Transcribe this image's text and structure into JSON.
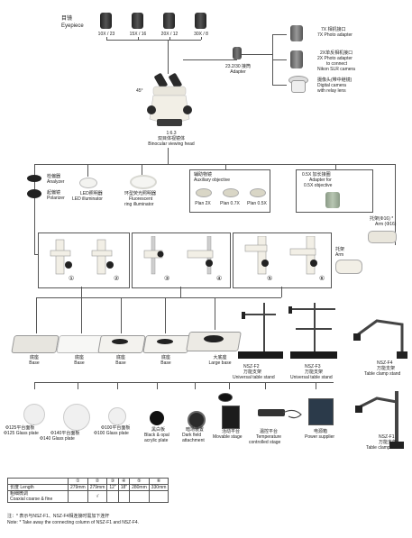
{
  "eyepieces": {
    "title_cn": "目镜",
    "title_en": "Eyepiece",
    "items": [
      "10X / 23",
      "15X / 16",
      "20X / 12",
      "30X / 8"
    ]
  },
  "head": {
    "angle": "45°",
    "ratio": "1:6.3",
    "label_cn": "双目体视镜体",
    "label_en": "Binocular viewing head"
  },
  "adapter": {
    "ratio": "23.2/30 接筒",
    "label_en": "Adapter"
  },
  "photo": {
    "p7x_cn": "7X 相机接口",
    "p7x_en": "7X Photo adapter",
    "p2x_cn": "2X单反相机接口",
    "p2x_en1": "2X Photo adapter",
    "p2x_en2": "to connect",
    "p2x_en3": "Nikon SLR camera",
    "cam_cn": "摄像头(带中继镜)",
    "cam_en1": "Digital camera",
    "cam_en2": "with relay lens"
  },
  "accessories": {
    "analyzer_cn": "检偏器",
    "analyzer_en": "Analyzer",
    "polarizer_cn": "起偏镜",
    "polarizer_en": "Polarizer",
    "led_cn": "LED照明器",
    "led_en": "LED illuminator",
    "ring_cn": "环型荧光照明器",
    "ring_en1": "Fluorescent",
    "ring_en2": "ring illuminator"
  },
  "aux": {
    "title_cn": "辅助物镜",
    "title_en": "Auxiliary objective",
    "items": [
      "Plan 2X",
      "Plan 0.7X",
      "Plan 0.5X"
    ]
  },
  "adapter05": {
    "title_cn": "0.5X 加长接圈",
    "line2": "Adapter for",
    "line3": "0.5X objective"
  },
  "arm": {
    "label1": "托架(Φ16) *",
    "label2": "Arm (Φ16)",
    "label3": "托架",
    "label4": "Arm"
  },
  "stand_numbers": [
    "①",
    "②",
    "③",
    "④",
    "⑤",
    "⑥"
  ],
  "bases": [
    {
      "cn": "底座",
      "en": "Base"
    },
    {
      "cn": "底座",
      "en": "Base"
    },
    {
      "cn": "底座",
      "en": "Base"
    },
    {
      "cn": "底座",
      "en": "Base"
    },
    {
      "cn": "大底座",
      "en": "Large base"
    }
  ],
  "universal": [
    {
      "code": "NSZ-F2",
      "cn": "万能支架",
      "en": "Universal table stand"
    },
    {
      "code": "NSZ-F3",
      "cn": "万能支架",
      "en": "Universal table stand"
    }
  ],
  "clamp": [
    {
      "code": "NSZ-F4",
      "cn": "万能支架",
      "en": "Table clamp stand"
    },
    {
      "code": "NSZ-F1",
      "cn": "万能支架",
      "en": "Table clamp stand"
    }
  ],
  "plates": [
    {
      "l1": "Φ125平台面板",
      "l2": "Φ125 Glass plate"
    },
    {
      "l1": "Φ140平台面板",
      "l2": "Φ140 Glass plate"
    },
    {
      "l1": "Φ100平台面板",
      "l2": "Φ100 Glass plate"
    },
    {
      "l1": "黑白板",
      "l2": "Black & opal",
      "l3": "acrylic plate"
    },
    {
      "l1": "暗场装置",
      "l2": "Dark field",
      "l3": "attachment"
    },
    {
      "l1": "活动平台",
      "l2": "Movable stage"
    },
    {
      "l1": "温控平台",
      "l2": "Temperature",
      "l3": "controlled stage"
    },
    {
      "l1": "电源箱",
      "l2": "Power supplier"
    }
  ],
  "spec_table": {
    "headers": [
      "",
      "①",
      "②",
      "③",
      "④",
      "⑤",
      "⑥"
    ],
    "rows": [
      [
        "长度  Length",
        "279mm",
        "279mm",
        "12\"",
        "18\"",
        "280mm",
        "330mm"
      ],
      [
        "粗细微调",
        "",
        "√",
        "",
        "",
        "",
        ""
      ],
      [
        "Coaxial coarse & fine",
        "",
        "",
        "",
        "",
        "",
        ""
      ]
    ]
  },
  "notes": {
    "cn": "注：* 表示与NSZ-F1、NSZ-F4相连接时需加下连杆",
    "en": "Note: * Take away the connecting column of NSZ-F1 and NSZ-F4."
  },
  "colors": {
    "line": "#555555",
    "dark": "#222222",
    "ivory": "#f2efe6"
  }
}
